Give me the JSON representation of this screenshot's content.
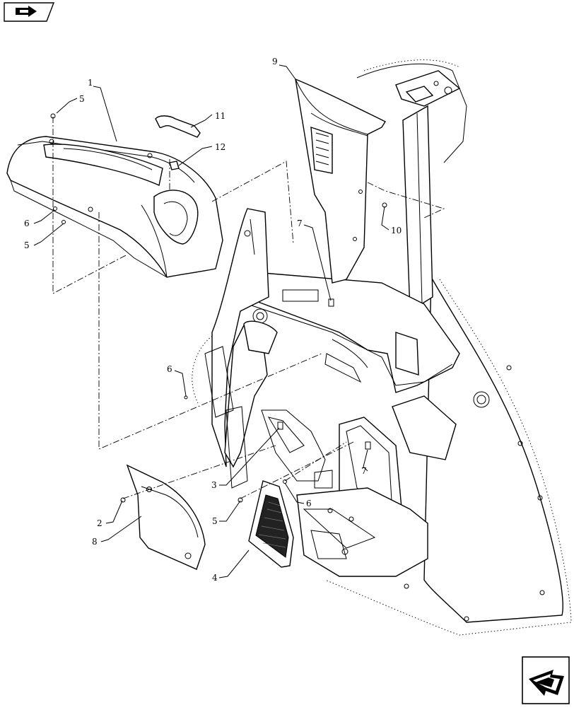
{
  "icons": {
    "top_left": "book-arrow-icon",
    "bottom_right": "next-page-arrow-icon"
  },
  "callouts": {
    "c1": "1",
    "c2": "2",
    "c3": "3",
    "c4": "4",
    "c5a": "5",
    "c5b": "5",
    "c5c": "5",
    "c6a": "6",
    "c6b": "6",
    "c6c": "6",
    "c7a": "7",
    "c7b": "7",
    "c8": "8",
    "c9": "9",
    "c10": "10",
    "c11": "11",
    "c12": "12"
  }
}
